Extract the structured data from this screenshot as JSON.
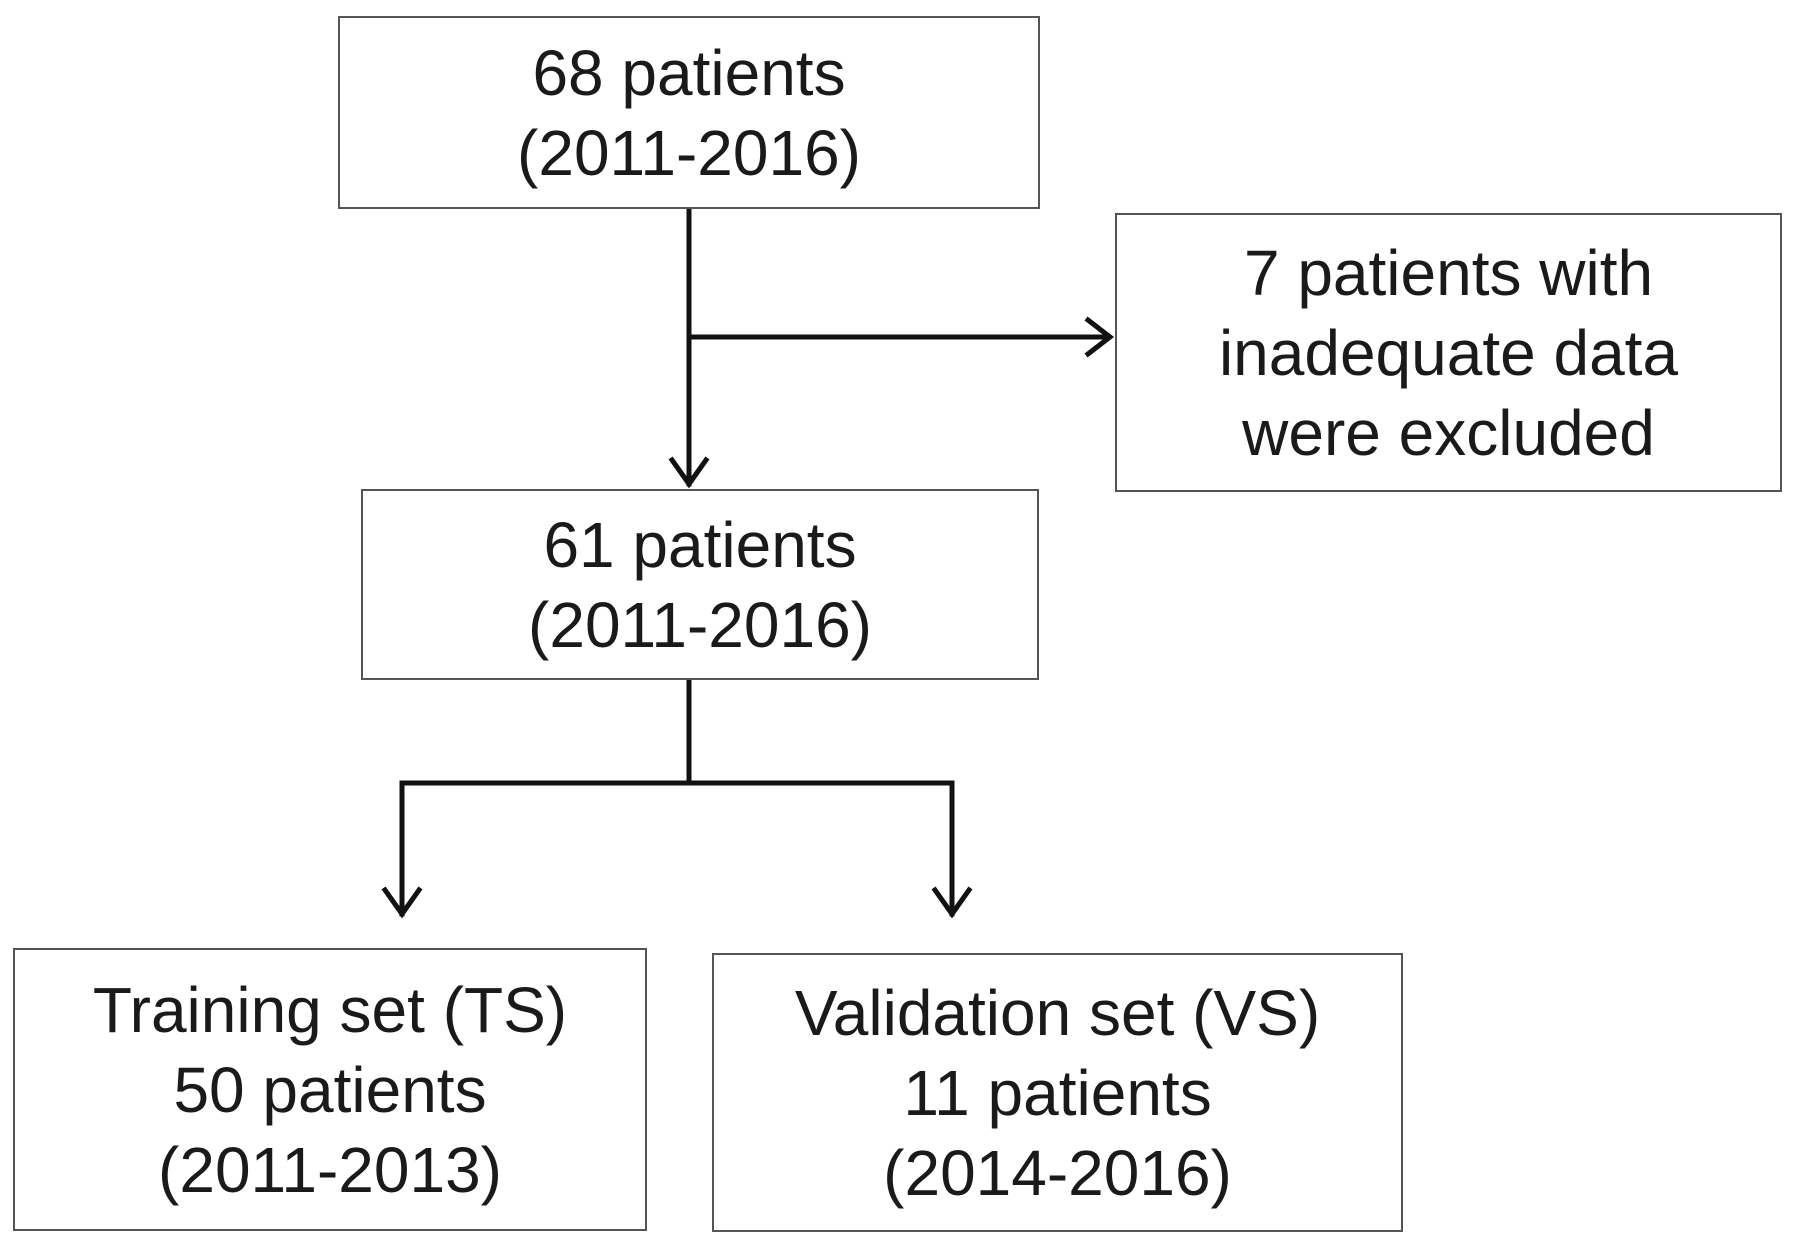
{
  "boxes": {
    "top": {
      "line1": "68 patients",
      "line2": "(2011-2016)"
    },
    "excluded": {
      "line1": "7 patients with",
      "line2": "inadequate data",
      "line3": "were excluded"
    },
    "middle": {
      "line1": "61 patients",
      "line2": "(2011-2016)"
    },
    "training": {
      "line1": "Training set (TS)",
      "line2": "50 patients",
      "line3": "(2011-2013)"
    },
    "validation": {
      "line1": "Validation set (VS)",
      "line2": "11 patients",
      "line3": "(2014-2016)"
    }
  },
  "colors": {
    "line": "#111111",
    "border": "#555555",
    "background": "#ffffff"
  }
}
